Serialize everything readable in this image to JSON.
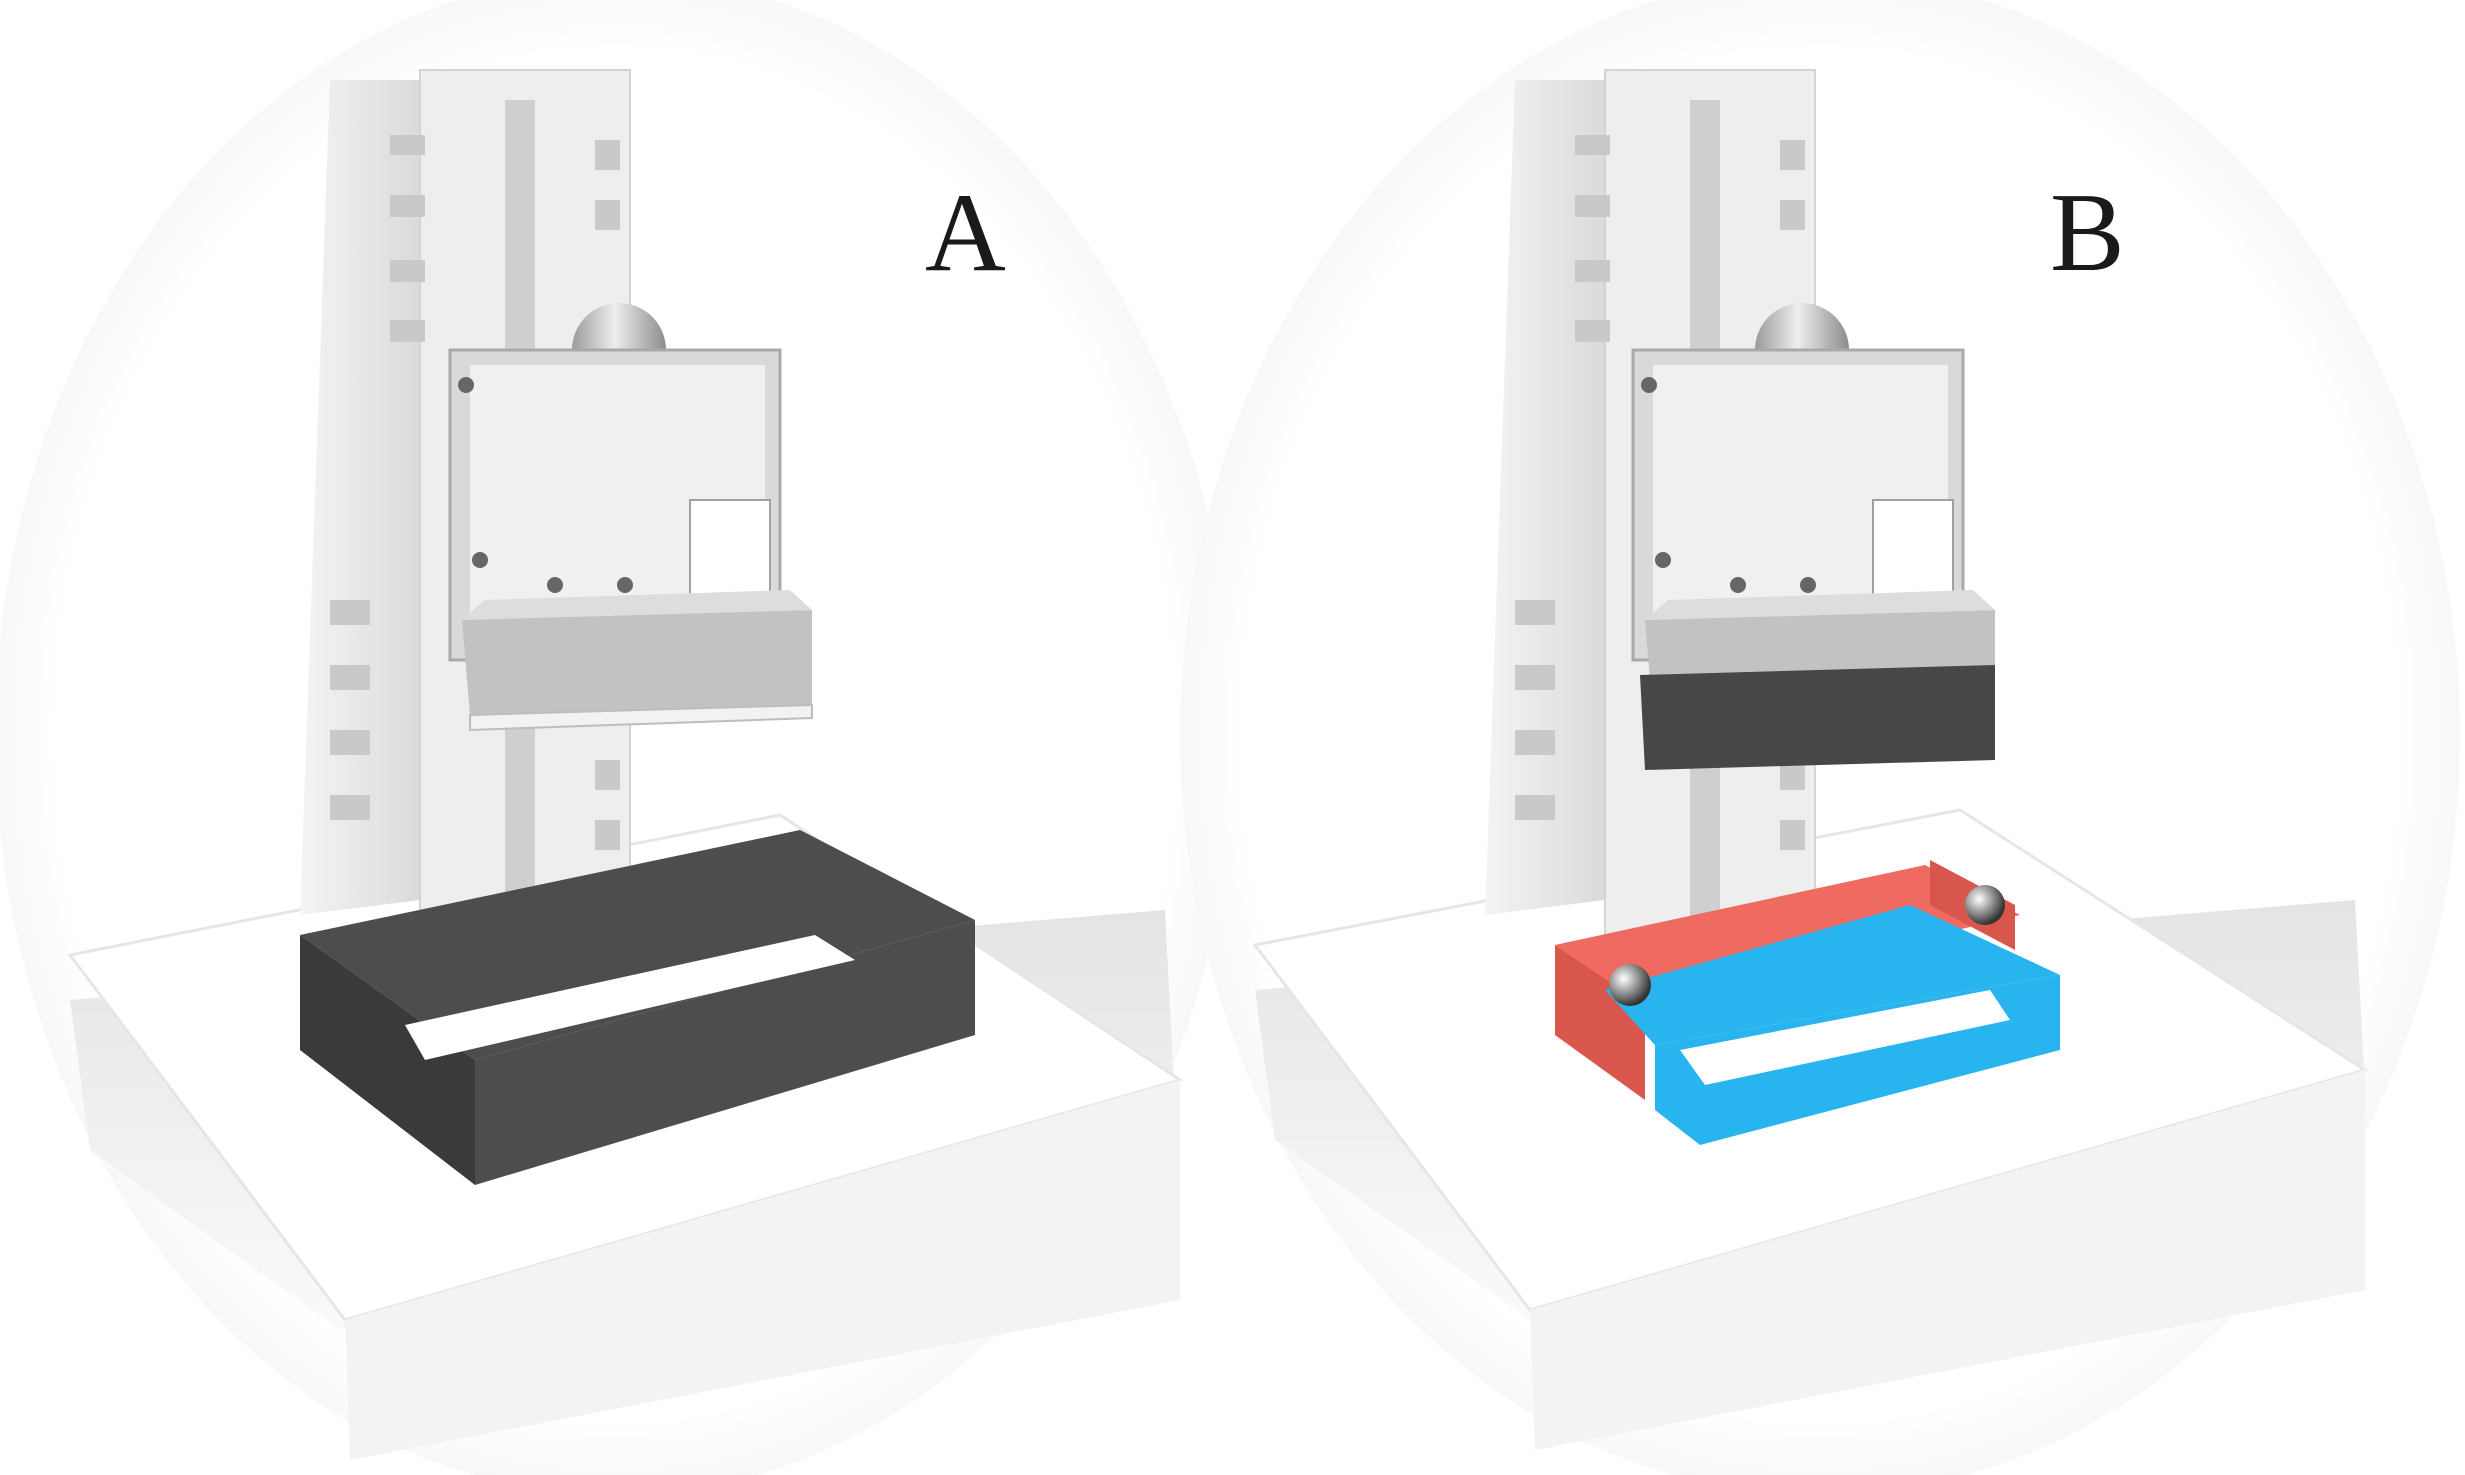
{
  "panels": [
    {
      "id": "A",
      "label": "A",
      "platform_color": "#c2c2c2",
      "platform_pad_color": "#f2f2f2",
      "vat_color": "#4d4d4d"
    },
    {
      "id": "B",
      "label": "B",
      "platform_color": "#c2c2c2",
      "platform_pad_color": "#474747",
      "frame_color": "#ef6b61",
      "vat_color": "#28b4ee",
      "ball_color": "#8a8a8a"
    }
  ],
  "colors": {
    "column": "#eaeaea",
    "column_shade": "#d6d6d6",
    "base_top": "#ffffff",
    "base_side": "#ececec"
  }
}
